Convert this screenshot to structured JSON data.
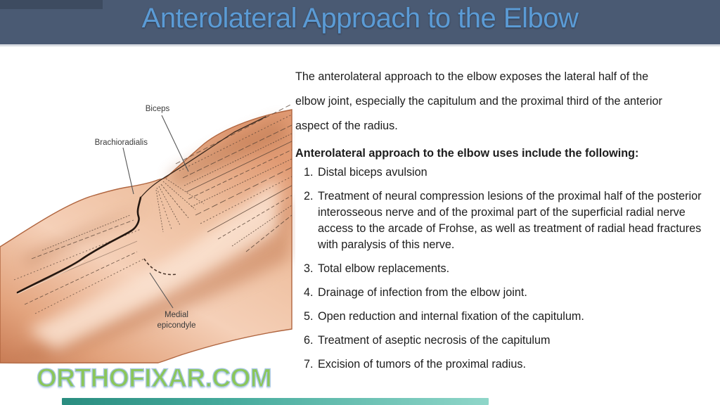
{
  "header": {
    "title": "Anterolateral Approach to the Elbow",
    "background": "#4a5a73",
    "corner_accent": "#3d4b60",
    "title_color": "#5b9bd5"
  },
  "figure": {
    "labels": {
      "biceps": "Biceps",
      "brachioradialis": "Brachioradialis",
      "medial_epicondyle_line1": "Medial",
      "medial_epicondyle_line2": "epicondyle"
    }
  },
  "content": {
    "intro_lines": [
      "The anterolateral approach to the elbow exposes the lateral half of the",
      "elbow joint, especially the capitulum and the proximal third of the anterior",
      "aspect of the radius."
    ],
    "uses_heading": "Anterolateral approach to the elbow uses include the following:",
    "uses": [
      "Distal biceps avulsion",
      "Treatment of neural compression lesions of the proximal half of the posterior interosseous nerve and of the proximal part of the superficial radial nerve access to the arcade of Frohse, as well as treatment of radial head fractures with paralysis of this nerve.",
      "Total elbow replacements.",
      "Drainage of infection from the elbow joint.",
      "Open reduction and internal fixation of the capitulum.",
      "Treatment of aseptic necrosis of the capitulum",
      "Excision of tumors of the proximal radius."
    ]
  },
  "footer": {
    "brand": "ORTHOFIXAR.COM",
    "brand_color": "#8bc65a",
    "accent_bar_start": "#2a8d80",
    "accent_bar_end": "#8fd6c9"
  }
}
